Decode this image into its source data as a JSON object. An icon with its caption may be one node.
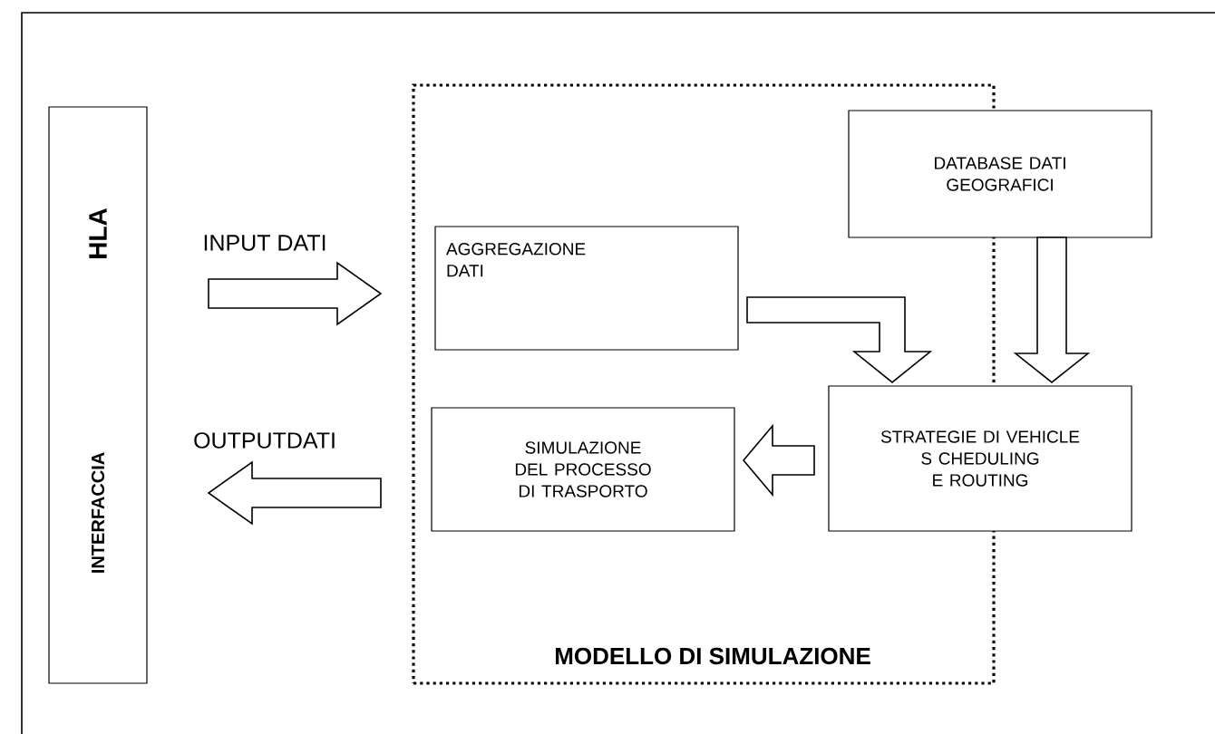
{
  "diagram": {
    "nodes": [
      {
        "text": [
          "INTERFACCIA",
          "HLA"
        ]
      },
      {
        "text": [
          "MODELLO DI SIMULAZIONE"
        ]
      },
      {
        "text": [
          "DATABASE DATI GEOGRAFICI"
        ]
      },
      {
        "text": [
          "AGGREGAZIONE DATI"
        ],
        "in": 1
      },
      {
        "text": [
          "STRATEGIE DI VEHICLE S CHEDULING E ROUTING"
        ]
      },
      {
        "text": [
          "SIMULAZIONE DEL PROCESSO DI TRASPORTO"
        ],
        "in": 1
      }
    ],
    "edges": [
      {
        "from": 0,
        "to": 1,
        "arrow": "to",
        "label": "INPUT DATI"
      },
      {
        "from": 1,
        "to": 0,
        "arrow": "to",
        "label": "OUTPUTDATI"
      },
      {
        "from": 3,
        "to": 4,
        "arrow": "to"
      },
      {
        "from": 2,
        "to": 4,
        "arrow": "to"
      },
      {
        "from": 4,
        "to": 5,
        "arrow": "to"
      }
    ]
  }
}
